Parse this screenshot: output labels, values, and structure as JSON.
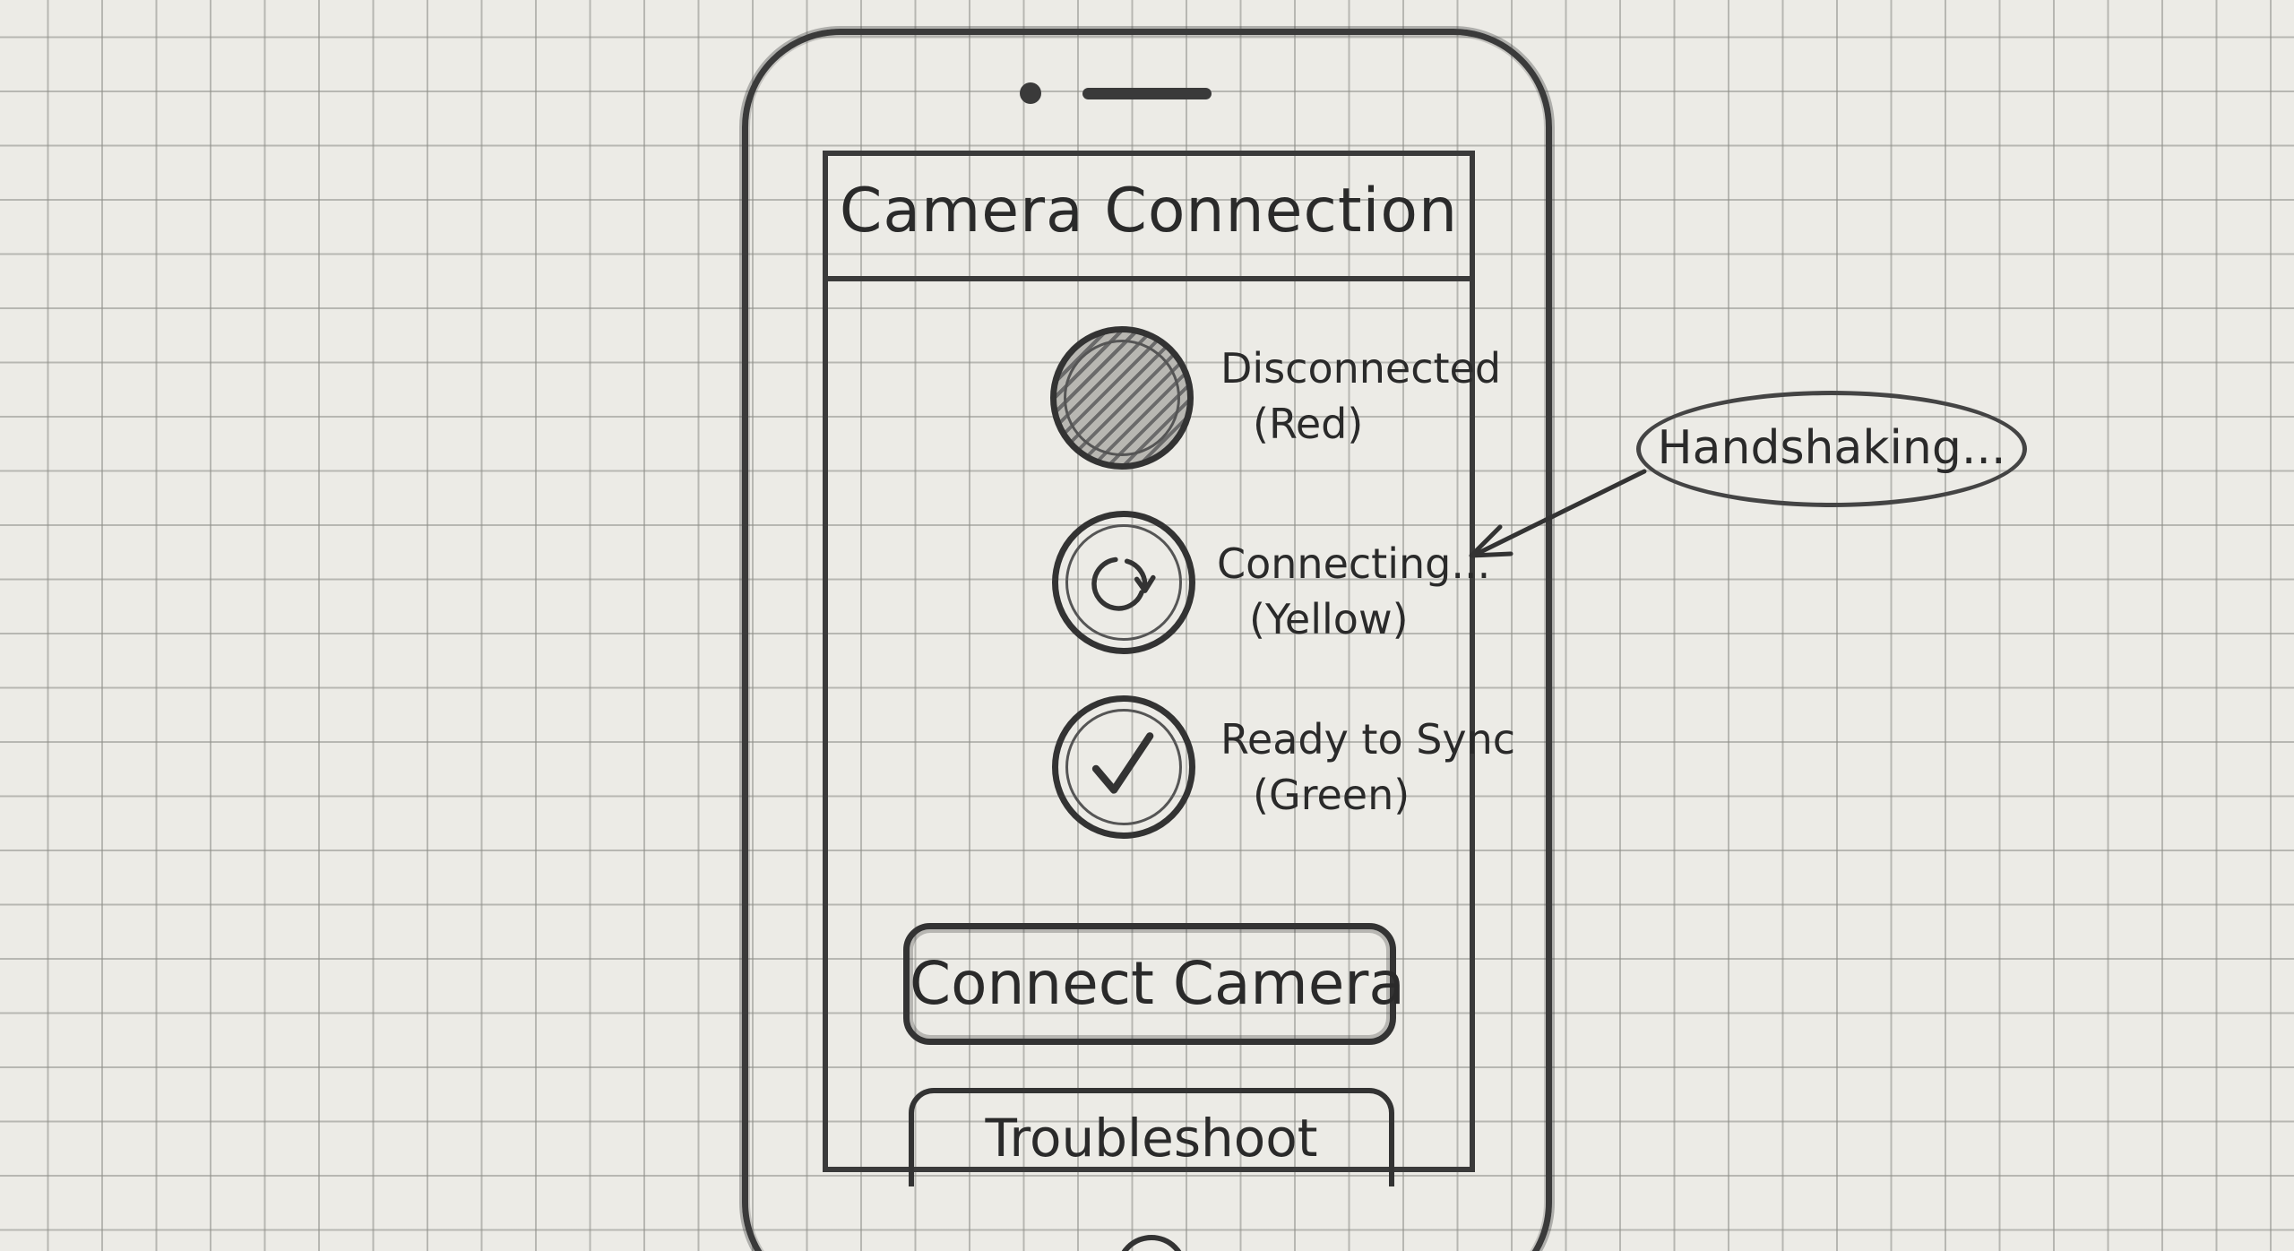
{
  "screen": {
    "title": "Camera Connection"
  },
  "statuses": [
    {
      "label": "Disconnected",
      "color_note": "(Red)",
      "icon": "hatched-circle-icon"
    },
    {
      "label": "Connecting...",
      "color_note": "(Yellow)",
      "icon": "refresh-icon"
    },
    {
      "label": "Ready to Sync",
      "color_note": "(Green)",
      "icon": "checkmark-icon"
    }
  ],
  "buttons": {
    "connect_label": "Connect Camera",
    "troubleshoot_label": "Troubleshoot"
  },
  "annotation": {
    "text": "Handshaking..."
  }
}
